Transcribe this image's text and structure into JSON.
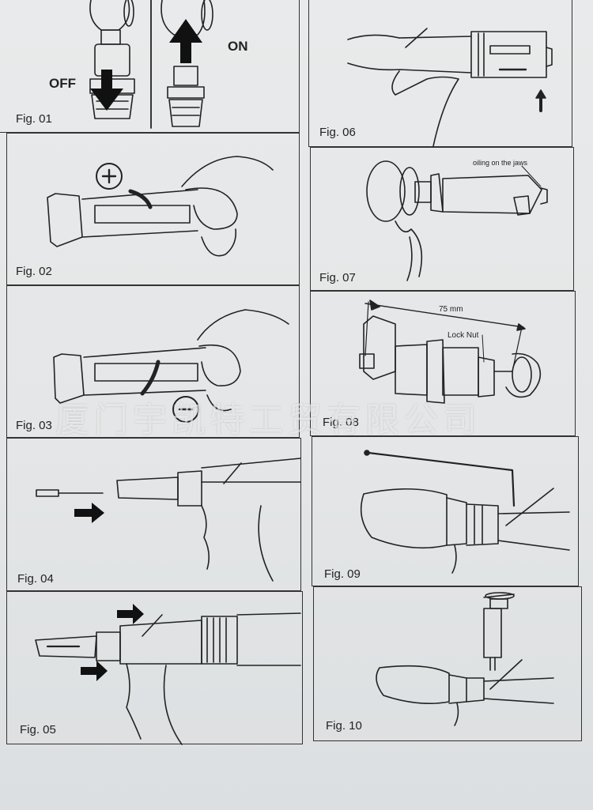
{
  "figures": [
    {
      "label": "Fig. 01",
      "annotations": {
        "off": "OFF",
        "on": "ON"
      }
    },
    {
      "label": "Fig. 02"
    },
    {
      "label": "Fig. 03"
    },
    {
      "label": "Fig. 04"
    },
    {
      "label": "Fig. 05"
    },
    {
      "label": "Fig. 06"
    },
    {
      "label": "Fig. 07",
      "annotations": {
        "note": "oiling on the jaws"
      }
    },
    {
      "label": "Fig. 08",
      "annotations": {
        "dimension": "75 mm",
        "part": "Lock Nut"
      }
    },
    {
      "label": "Fig. 09"
    },
    {
      "label": "Fig. 10"
    }
  ],
  "watermark": "厦门宇凯特工贸有限公司",
  "colors": {
    "paper": "#e6e8e9",
    "ink": "#222222",
    "background": "#cfd2d4"
  }
}
